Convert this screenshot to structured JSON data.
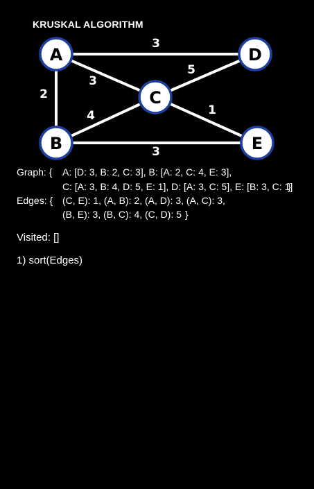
{
  "title": "KRUSKAL ALGORITHM",
  "graph": {
    "nodes": [
      "A",
      "B",
      "C",
      "D",
      "E"
    ],
    "edges": [
      {
        "from": "A",
        "to": "D",
        "weight": "3"
      },
      {
        "from": "A",
        "to": "C",
        "weight": "3"
      },
      {
        "from": "A",
        "to": "B",
        "weight": "2"
      },
      {
        "from": "C",
        "to": "D",
        "weight": "5"
      },
      {
        "from": "B",
        "to": "C",
        "weight": "4"
      },
      {
        "from": "C",
        "to": "E",
        "weight": "1"
      },
      {
        "from": "B",
        "to": "E",
        "weight": "3"
      }
    ]
  },
  "text": {
    "graph_label": "Graph: {",
    "graph_line1": "A: [D: 3, B: 2, C: 3], B: [A: 2, C: 4, E: 3],",
    "graph_line2": "C: [A: 3, B: 4, D: 5, E: 1], D: [A: 3, C: 5], E: [B: 3, C: 1]",
    "graph_close": "}",
    "edges_label": "Edges: {",
    "edges_line1": "(C, E): 1, (A, B): 2, (A, D): 3, (A, C): 3,",
    "edges_line2": "(B, E): 3, (B, C): 4, (C, D): 5",
    "edges_close": "}",
    "visited": "Visited: []",
    "step": "1) sort(Edges)"
  },
  "colors": {
    "background": "#000000",
    "node_fill": "#ffffff",
    "node_border": "#1f3f9e",
    "edge": "#ffffff"
  }
}
